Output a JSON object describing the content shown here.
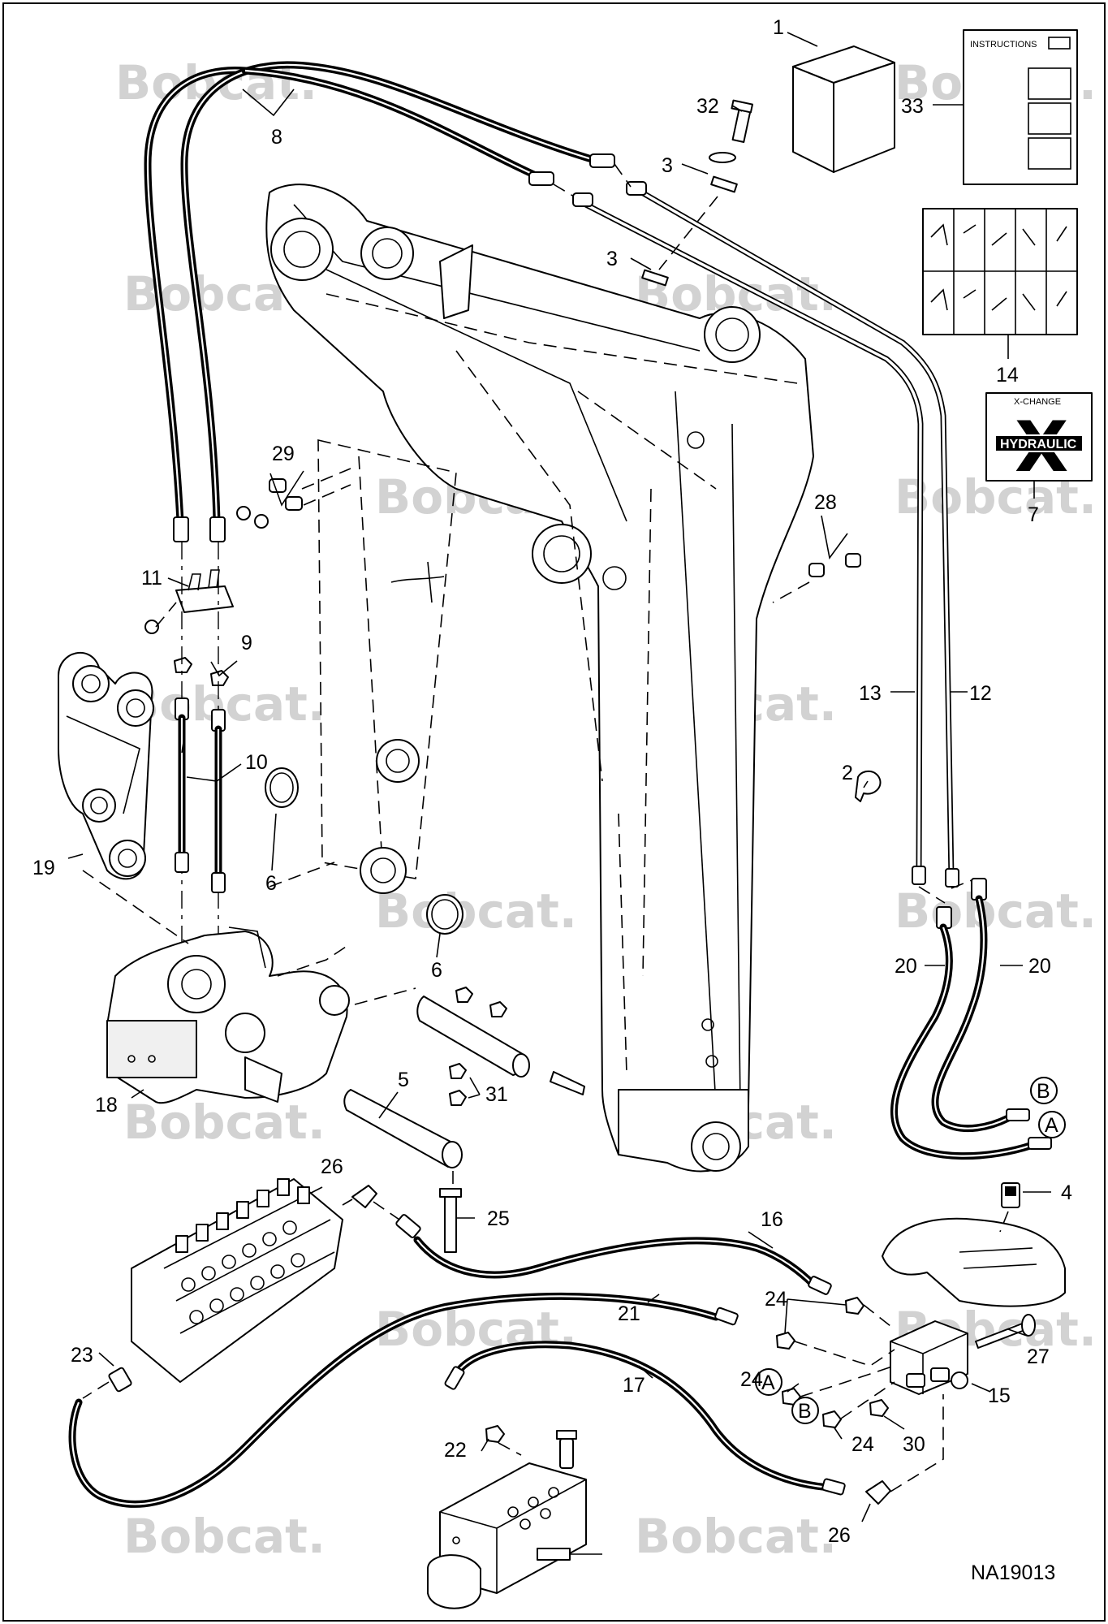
{
  "diagram": {
    "drawing_code": "NA19013",
    "watermark_text": "Bobcat.",
    "instructions_label": "INSTRUCTIONS",
    "decal_top_label": "X-CHANGE",
    "decal_main_label": "HYDRAULIC",
    "decal_logo_letter": "X",
    "port_letters": {
      "a": "A",
      "b": "B"
    },
    "callouts": {
      "c1": "1",
      "c2": "2",
      "c3a": "3",
      "c3b": "3",
      "c4": "4",
      "c5": "5",
      "c6a": "6",
      "c6b": "6",
      "c7": "7",
      "c8": "8",
      "c9": "9",
      "c10": "10",
      "c11": "11",
      "c12": "12",
      "c13": "13",
      "c14": "14",
      "c15": "15",
      "c16": "16",
      "c17": "17",
      "c18": "18",
      "c19": "19",
      "c20a": "20",
      "c20b": "20",
      "c21": "21",
      "c22": "22",
      "c23": "23",
      "c24a": "24",
      "c24b": "24",
      "c24c": "24",
      "c25": "25",
      "c26a": "26",
      "c26b": "26",
      "c27": "27",
      "c28": "28",
      "c29": "29",
      "c30": "30",
      "c31": "31",
      "c32": "32",
      "c33": "33"
    },
    "colors": {
      "line": "#000000",
      "watermark": "#d2d2d2",
      "background": "#ffffff"
    }
  }
}
